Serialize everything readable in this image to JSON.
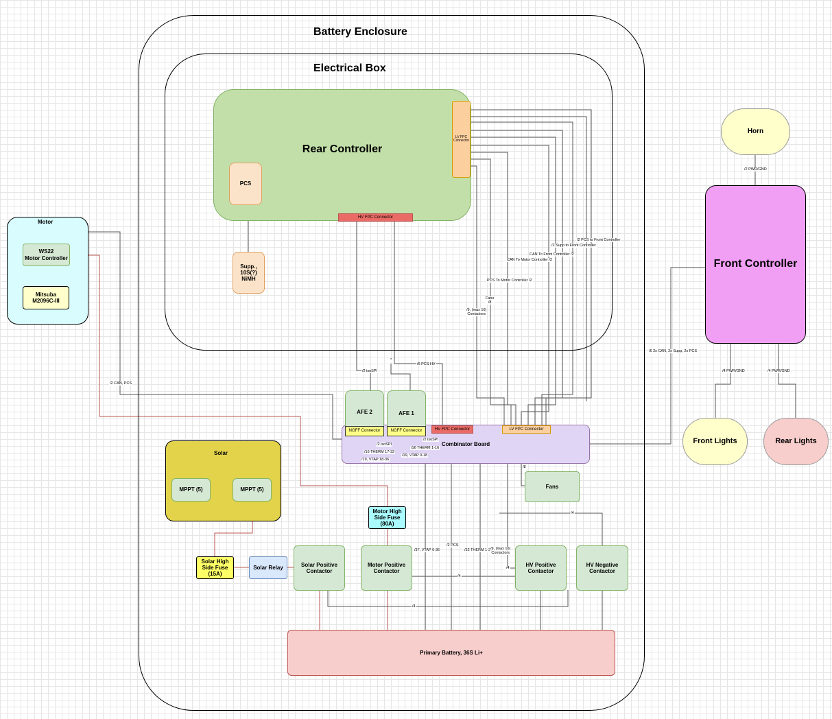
{
  "containers": {
    "battery_enclosure": "Battery Enclosure",
    "electrical_box": "Electrical Box",
    "motor": "Motor",
    "solar": "Solar"
  },
  "blocks": {
    "rear_controller": "Rear Controller",
    "pcs": "PCS",
    "supp": "Supp.,\n10S(?)\nNiMH",
    "lv_fpc_connector_rear": "LV FPC\nConnector",
    "hv_fpc_connector_rear": "HV FPC Connector",
    "ws22": "WS22\nMotor Controller",
    "mitsuba": "Mitsuba\nM2096C-III",
    "horn": "Horn",
    "front_controller": "Front Controller",
    "front_lights": "Front Lights",
    "rear_lights": "Rear Lights",
    "afe2": "AFE 2",
    "afe1": "AFE 1",
    "ngff2": "NGFF Connector",
    "ngff1": "NGFF Connector",
    "hv_fpc_connector_cb": "HV FPC Connector",
    "lv_fpc_connector_cb": "LV FPC Connector",
    "combinator_board": "Combinator Board",
    "fans": "Fans",
    "mppt_1": "MPPT (5)",
    "mppt_2": "MPPT (5)",
    "motor_fuse": "Motor High\nSide Fuse\n(80A)",
    "solar_fuse": "Solar High\nSide Fuse\n(15A)",
    "solar_relay": "Solar Relay",
    "solar_contactor": "Solar Positive\nContactor",
    "motor_contactor": "Motor Positive\nContactor",
    "hv_pos_contactor": "HV Positive\nContactor",
    "hv_neg_contactor": "HV Negative\nContactor",
    "primary_battery": "Primary Battery, 36S Li+"
  },
  "labels": {
    "horn_pwr": "/2 PWR/GND",
    "pcs_front": "/2 PCS to Front Controller",
    "supp_front": "/2 Supp to Front Controller",
    "can_front": "CAN To Front Controller /2",
    "can_motor": "CAN To Motor Controller /2",
    "pcs_motor": "PCS To Motor Controller /2",
    "fans": "Fans\n/8",
    "contactors_rc": "/9, (max 16)\nContactors",
    "front_bundle": "/6 2x CAN, 2x Supp, 2x PCS",
    "front_lights_pwr": "/4 PWR/GND",
    "rear_lights_pwr": "/4 PWR/GND",
    "ws22_can": "/2 CAN, PCS",
    "isospi_rc": "/2 isoSPI",
    "pcs_hv": "/6 PCS HV",
    "star": "*",
    "isospi_a": "/2 isoSPI",
    "isospi_b": "/2 isoSPI",
    "therm_1_16": "/16 THERM 1-16",
    "therm_17_32": "/16 THERM 17-32",
    "vtap_0_18": "/19, VTAP 0-18",
    "vtap_18_36": "/19, VTAP 18-36",
    "fans_cb": "/8",
    "vtap_0_36": "/37, VTAP 0-36",
    "pcs_2": "/2 PCS",
    "therm_1_32": "/32 THERM 1-32",
    "contactors_cb": "/9, (max 16)\nContactors",
    "n4_a": "/4",
    "n4_b": "/4",
    "n4_c": "/4",
    "n4_d": "/4"
  },
  "colors": {
    "green_fill": "#c2dfa9",
    "purple_fill": "#f19ef5",
    "combinator_fill": "#e1d5f5",
    "solar_fill": "#e3d34b",
    "motor_fill": "#d9fdff",
    "red_conn": "#ea6b66",
    "yellow_fill": "#ffffcc",
    "pink_fill": "#f8cecc",
    "cyan_fill": "#a9fbfd",
    "blue_fill": "#dae8fc"
  }
}
